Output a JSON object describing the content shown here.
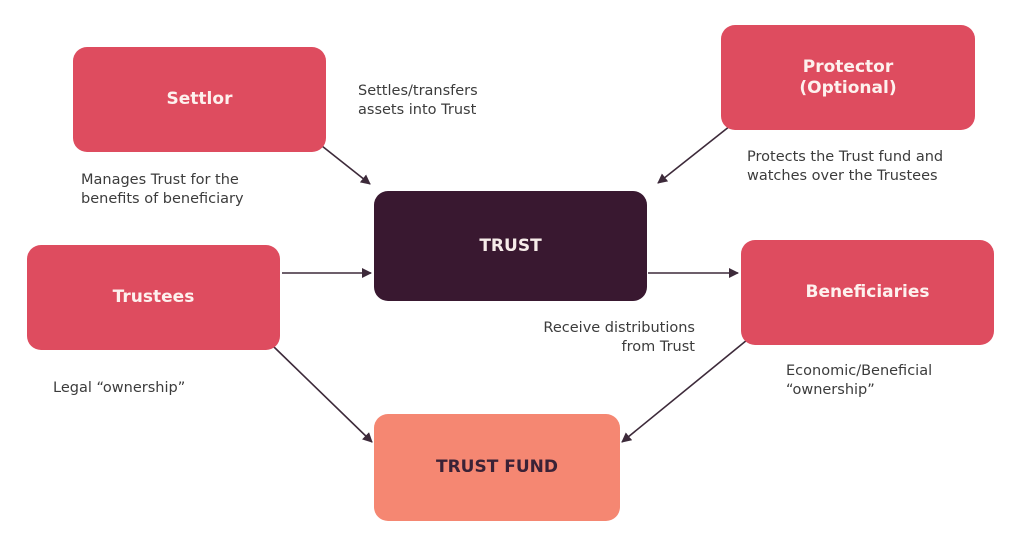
{
  "diagram": {
    "nodes": {
      "settlor": {
        "label": "Settlor",
        "color": "#de4c5f"
      },
      "protector": {
        "label": "Protector\n(Optional)",
        "color": "#de4c5f"
      },
      "trust": {
        "label": "TRUST",
        "color": "#391830"
      },
      "trustees": {
        "label": "Trustees",
        "color": "#de4c5f"
      },
      "beneficiaries": {
        "label": "Beneficiaries",
        "color": "#de4c5f"
      },
      "trust_fund": {
        "label": "TRUST FUND",
        "color": "#f58772"
      }
    },
    "annotations": {
      "settlor_note": "Settles/transfers\nassets into Trust",
      "trustees_manage_note": "Manages Trust for the\nbenefits of beneficiary",
      "protector_note": "Protects the Trust fund and\nwatches over the Trustees",
      "distribution_note": "Receive distributions\nfrom Trust",
      "trustees_ownership_note": "Legal “ownership”",
      "beneficiaries_ownership_note": "Economic/Beneficial\n“ownership”"
    },
    "edges": [
      {
        "from": "settlor",
        "to": "trust"
      },
      {
        "from": "protector",
        "to": "trust"
      },
      {
        "from": "trustees",
        "to": "trust"
      },
      {
        "from": "trust",
        "to": "beneficiaries"
      },
      {
        "from": "trustees",
        "to": "trust_fund"
      },
      {
        "from": "beneficiaries",
        "to": "trust_fund"
      }
    ],
    "edge_color": "#3d2a3a"
  }
}
